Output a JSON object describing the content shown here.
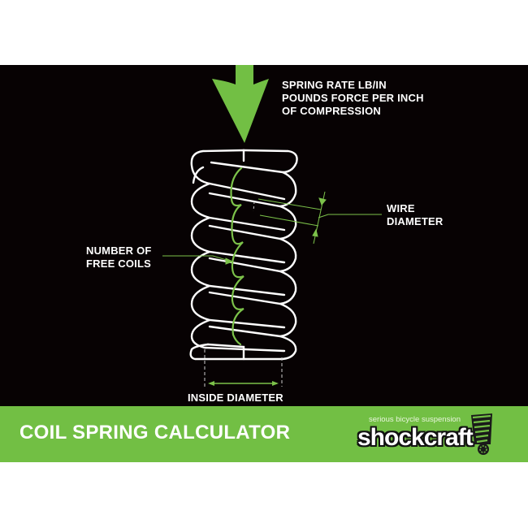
{
  "diagram": {
    "arrow_label": {
      "line1": "SPRING RATE LB/IN",
      "line2": "POUNDS FORCE PER INCH",
      "line3": "OF COMPRESSION"
    },
    "wire_diameter_label": {
      "line1": "WIRE",
      "line2": "DIAMETER"
    },
    "free_coils_label": {
      "line1": "NUMBER OF",
      "line2": "FREE COILS"
    },
    "inside_diameter_label": "INSIDE DIAMETER"
  },
  "banner": {
    "title": "COIL SPRING CALCULATOR",
    "logo": {
      "tagline": "serious bicycle suspension",
      "wordmark": "shockcraft"
    }
  },
  "colors": {
    "background": "#070203",
    "accent_green": "#72bf44",
    "spring_stroke": "#ffffff",
    "annotation_green": "#7cc24a"
  }
}
